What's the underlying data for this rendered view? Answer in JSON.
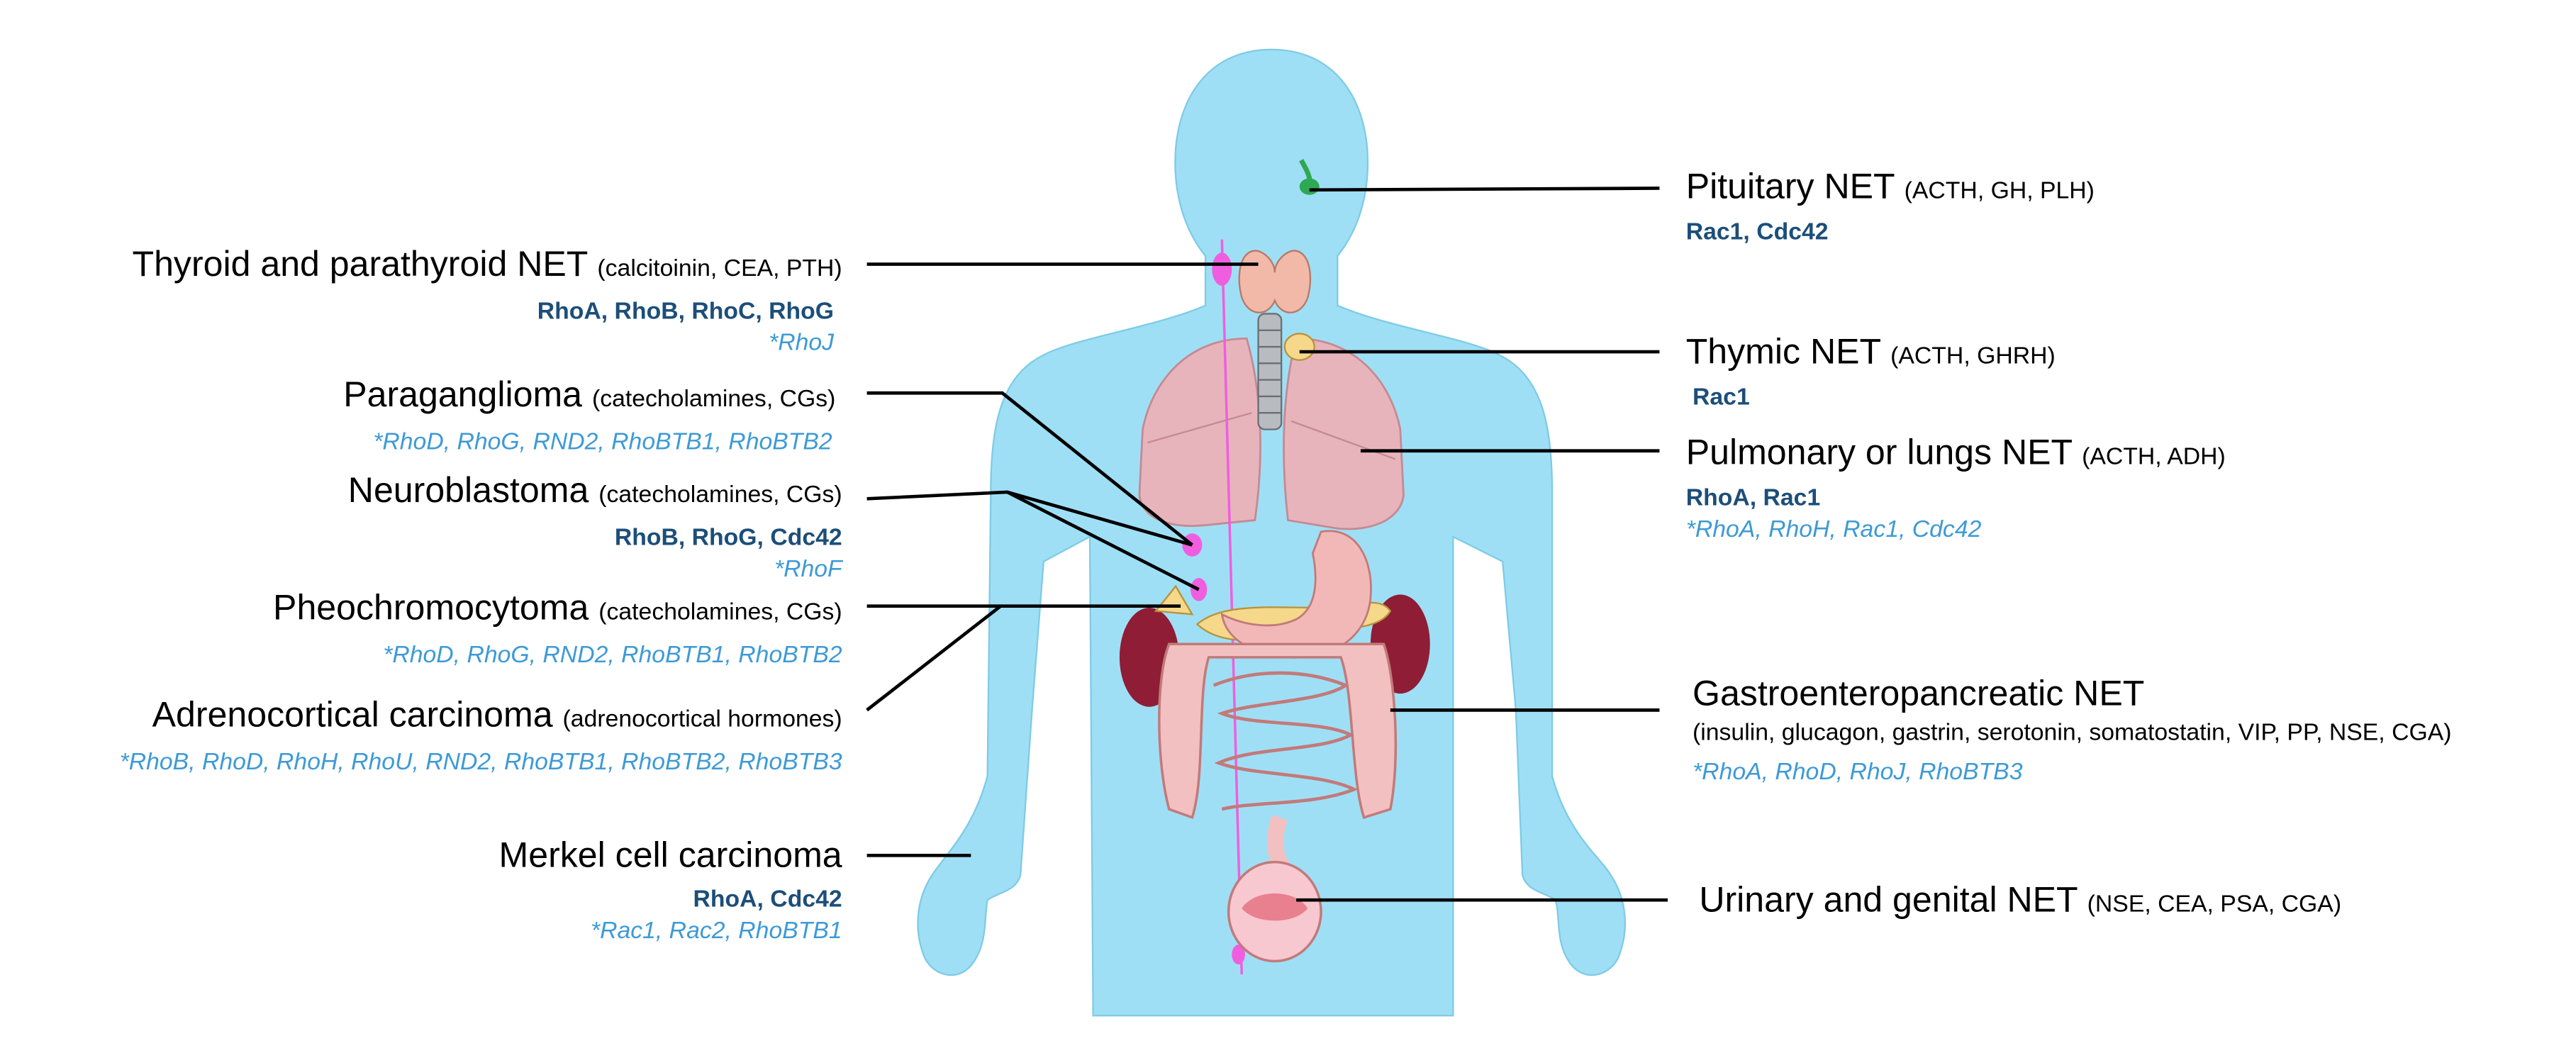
{
  "colors": {
    "body": "#9fdff5",
    "dark_marker": "#1c4e79",
    "light_marker": "#3d9ad6",
    "lung": "#e8b4bb",
    "organ_pink": "#f2b8b8",
    "kidney": "#8e1d35",
    "pancreas": "#f5d88a",
    "gland_magenta": "#f05ee0",
    "pituitary": "#2ea853"
  },
  "icons": [
    "human-body",
    "pituitary",
    "thyroid",
    "lungs",
    "trachea",
    "thymus",
    "stomach",
    "kidneys",
    "adrenal-glands",
    "pancreas",
    "intestines",
    "bladder",
    "sympathetic-chain"
  ],
  "labels": {
    "pituitary": {
      "name": "Pituitary NET",
      "hormones": "(ACTH, GH, PLH)",
      "markers": "Rac1, Cdc42"
    },
    "thyroid": {
      "name": "Thyroid and parathyroid NET",
      "hormones": "(calcitoinin, CEA, PTH)",
      "markers": "RhoA, RhoB, RhoC, RhoG",
      "markers_star": "*RhoJ"
    },
    "thymic": {
      "name": "Thymic NET",
      "hormones": "(ACTH, GHRH)",
      "markers": "Rac1"
    },
    "paraganglioma": {
      "name": "Paraganglioma",
      "hormones": "(catecholamines, CGs)",
      "markers_star": "*RhoD, RhoG, RND2, RhoBTB1, RhoBTB2"
    },
    "pulmonary": {
      "name": "Pulmonary or lungs NET",
      "hormones": "(ACTH,  ADH)",
      "markers": "RhoA, Rac1",
      "markers_star": "*RhoA, RhoH, Rac1, Cdc42"
    },
    "neuroblastoma": {
      "name": "Neuroblastoma",
      "hormones": "(catecholamines, CGs)",
      "markers": "RhoB, RhoG, Cdc42",
      "markers_star": "*RhoF"
    },
    "pheo": {
      "name": "Pheochromocytoma",
      "hormones": "(catecholamines, CGs)",
      "markers_star": "*RhoD, RhoG, RND2, RhoBTB1, RhoBTB2"
    },
    "adrenocortical": {
      "name": "Adrenocortical carcinoma",
      "hormones": "(adrenocortical hormones)",
      "markers_star": "*RhoB, RhoD, RhoH, RhoU, RND2, RhoBTB1, RhoBTB2, RhoBTB3"
    },
    "gep": {
      "name": "Gastroenteropancreatic NET",
      "hormones": "(insulin, glucagon, gastrin, serotonin, somatostatin, VIP, PP, NSE, CGA)",
      "markers_star": "*RhoA, RhoD, RhoJ, RhoBTB3"
    },
    "merkel": {
      "name": "Merkel cell carcinoma",
      "markers": "RhoA, Cdc42",
      "markers_star": "*Rac1, Rac2, RhoBTB1"
    },
    "urinary": {
      "name": "Urinary and genital NET",
      "hormones": "(NSE, CEA, PSA, CGA)"
    }
  }
}
